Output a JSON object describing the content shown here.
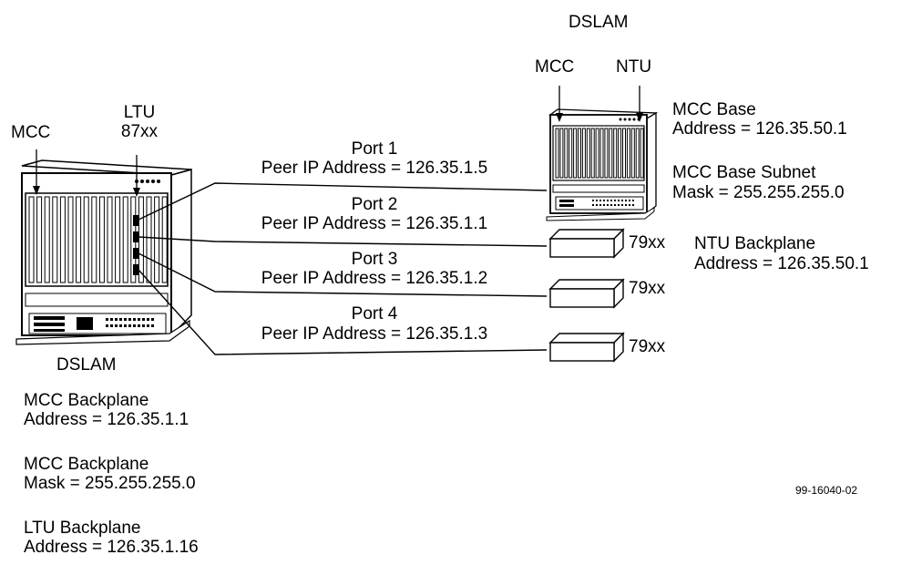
{
  "left_dslam": {
    "mcc_label": "MCC",
    "ltu_label": "LTU",
    "ltu_model": "87xx",
    "name": "DSLAM"
  },
  "right_dslam": {
    "name": "DSLAM",
    "mcc_label": "MCC",
    "ntu_label": "NTU"
  },
  "ports": [
    {
      "name": "Port 1",
      "peer": "Peer IP Address = 126.35.1.5"
    },
    {
      "name": "Port 2",
      "peer": "Peer IP Address = 126.35.1.1"
    },
    {
      "name": "Port 3",
      "peer": "Peer IP Address = 126.35.1.2"
    },
    {
      "name": "Port 4",
      "peer": "Peer IP Address = 126.35.1.3"
    }
  ],
  "ntu_units": [
    {
      "label": "79xx"
    },
    {
      "label": "79xx"
    },
    {
      "label": "79xx"
    }
  ],
  "right_info": {
    "mcc_base_title": "MCC Base",
    "mcc_base_value": "Address = 126.35.50.1",
    "mcc_subnet_title": "MCC Base Subnet",
    "mcc_subnet_value": "Mask = 255.255.255.0",
    "ntu_backplane_title": "NTU Backplane",
    "ntu_backplane_value": "Address = 126.35.50.1"
  },
  "left_info": {
    "mcc_backplane_addr_title": "MCC Backplane",
    "mcc_backplane_addr_value": "Address = 126.35.1.1",
    "mcc_backplane_mask_title": "MCC Backplane",
    "mcc_backplane_mask_value": "Mask = 255.255.255.0",
    "ltu_backplane_title": "LTU Backplane",
    "ltu_backplane_value": "Address = 126.35.1.16"
  },
  "figure_id": "99-16040-02"
}
